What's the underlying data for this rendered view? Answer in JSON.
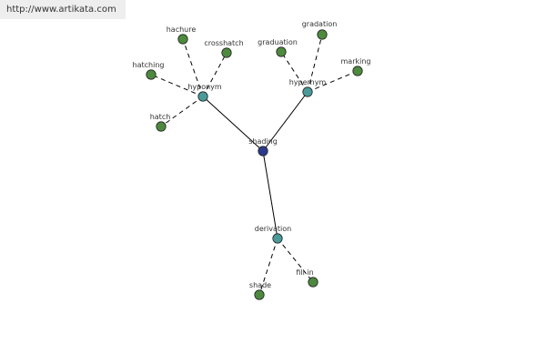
{
  "watermark": {
    "url": "http://www.artikata.com"
  },
  "colors": {
    "root": "#2b3a8c",
    "category": "#4a9a9a",
    "leaf": "#4d8a3e"
  },
  "graph": {
    "nodes": [
      {
        "id": "shading",
        "label": "shading",
        "kind": "root"
      },
      {
        "id": "hyponym",
        "label": "hyponym",
        "kind": "category"
      },
      {
        "id": "hypernym",
        "label": "hypernym",
        "kind": "category"
      },
      {
        "id": "derivation",
        "label": "derivation",
        "kind": "category"
      },
      {
        "id": "hachure",
        "label": "hachure",
        "kind": "leaf"
      },
      {
        "id": "crosshatch",
        "label": "crosshatch",
        "kind": "leaf"
      },
      {
        "id": "hatching",
        "label": "hatching",
        "kind": "leaf"
      },
      {
        "id": "hatch",
        "label": "hatch",
        "kind": "leaf"
      },
      {
        "id": "graduation",
        "label": "graduation",
        "kind": "leaf"
      },
      {
        "id": "gradation",
        "label": "gradation",
        "kind": "leaf"
      },
      {
        "id": "marking",
        "label": "marking",
        "kind": "leaf"
      },
      {
        "id": "shade",
        "label": "shade",
        "kind": "leaf"
      },
      {
        "id": "fill-in",
        "label": "fill in",
        "kind": "leaf"
      }
    ],
    "edges": [
      {
        "from": "shading",
        "to": "hyponym",
        "style": "solid"
      },
      {
        "from": "shading",
        "to": "hypernym",
        "style": "solid"
      },
      {
        "from": "shading",
        "to": "derivation",
        "style": "solid"
      },
      {
        "from": "hyponym",
        "to": "hachure",
        "style": "dashed"
      },
      {
        "from": "hyponym",
        "to": "crosshatch",
        "style": "dashed"
      },
      {
        "from": "hyponym",
        "to": "hatching",
        "style": "dashed"
      },
      {
        "from": "hyponym",
        "to": "hatch",
        "style": "dashed"
      },
      {
        "from": "hypernym",
        "to": "graduation",
        "style": "dashed"
      },
      {
        "from": "hypernym",
        "to": "gradation",
        "style": "dashed"
      },
      {
        "from": "hypernym",
        "to": "marking",
        "style": "dashed"
      },
      {
        "from": "derivation",
        "to": "shade",
        "style": "dashed"
      },
      {
        "from": "derivation",
        "to": "fill-in",
        "style": "dashed"
      }
    ]
  }
}
